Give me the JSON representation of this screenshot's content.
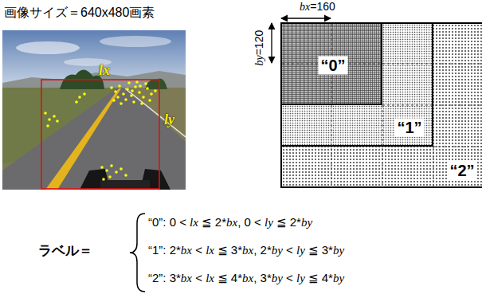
{
  "diagram": {
    "nodes": [
      {
        "text": [
          "“2”"
        ]
      },
      {
        "text": [
          "“1”"
        ],
        "in": 0
      },
      {
        "text": [
          "“0”"
        ],
        "in": 1
      }
    ],
    "labels": [
      "画像サイズ＝640x480画素",
      "lx",
      "ly",
      "bx=160",
      "by=120",
      "ラベル＝",
      "“0”: 0 < lx ≦ 2*bx, 0 < ly ≦ 2*by",
      "“1”: 2*bx < lx ≦ 3*bx, 2*by < ly ≦ 3*by",
      "“2”: 3*bx < lx ≦ 4*bx, 3*by < ly ≦ 4*by"
    ]
  }
}
